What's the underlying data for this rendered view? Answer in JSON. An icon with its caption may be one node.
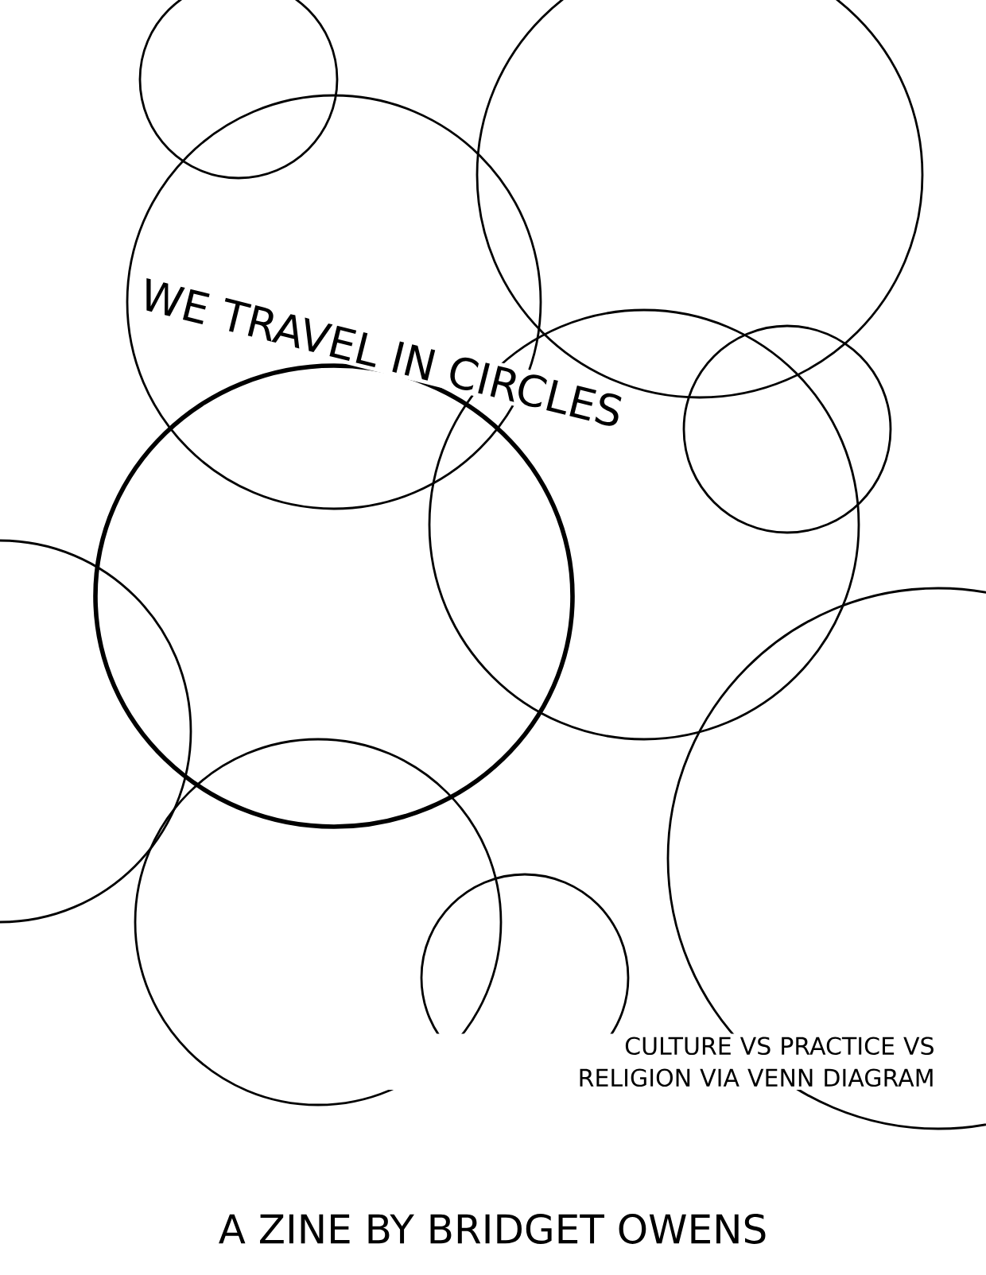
{
  "diagram": {
    "title": "WE TRAVEL IN CIRCLES",
    "labels": [
      "CULTURE VS PRACTICE VS RELIGION VIA VENN DIAGRAM",
      "A ZINE BY BRIDGET OWENS"
    ]
  }
}
